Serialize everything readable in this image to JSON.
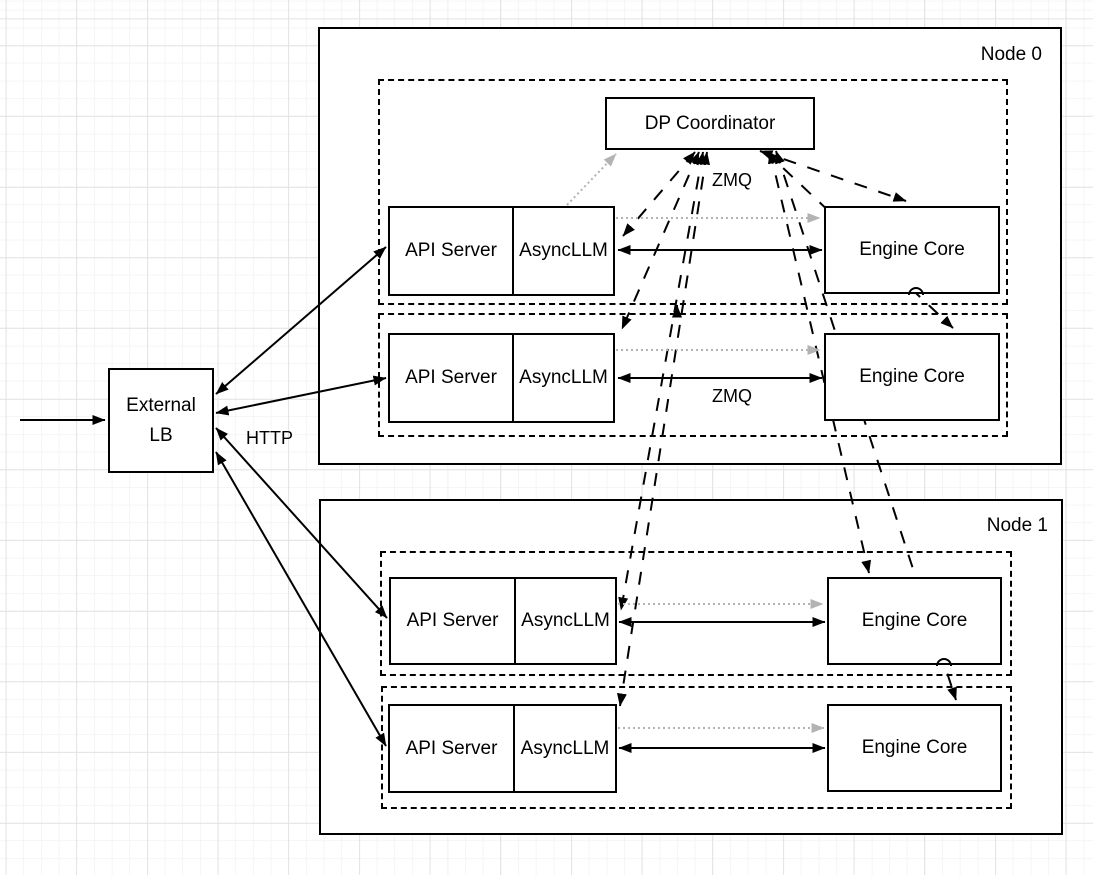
{
  "colors": {
    "line": "#000000",
    "dotted_gray": "#b3b3b3",
    "box_fill": "#ffffff",
    "grid_minor": "#f5f5f5",
    "grid_major": "#e3e3e3"
  },
  "external_lb": {
    "line1": "External",
    "line2": "LB"
  },
  "coordinator": {
    "label": "DP Coordinator"
  },
  "labels": {
    "http": "HTTP",
    "zmq_coordinator": "ZMQ",
    "zmq_engine": "ZMQ"
  },
  "nodes": [
    {
      "label": "Node 0",
      "rows": [
        {
          "api_server": "API Server",
          "asyncllm": "AsyncLLM",
          "engine_core": "Engine Core"
        },
        {
          "api_server": "API Server",
          "asyncllm": "AsyncLLM",
          "engine_core": "Engine Core"
        }
      ]
    },
    {
      "label": "Node 1",
      "rows": [
        {
          "api_server": "API Server",
          "asyncllm": "AsyncLLM",
          "engine_core": "Engine Core"
        },
        {
          "api_server": "API Server",
          "asyncllm": "AsyncLLM",
          "engine_core": "Engine Core"
        }
      ]
    }
  ],
  "connections": [
    {
      "from": "client",
      "to": "External LB",
      "style": "solid-arrow"
    },
    {
      "from": "External LB",
      "to": "API Server x4",
      "style": "solid-bidirectional",
      "label": "HTTP"
    },
    {
      "from": "AsyncLLM",
      "to": "Engine Core",
      "style": "solid-bidirectional",
      "label": "ZMQ"
    },
    {
      "from": "AsyncLLM",
      "to": "DP Coordinator",
      "style": "dashed-bidirectional",
      "label": "ZMQ"
    },
    {
      "from": "DP Coordinator",
      "to": "Engine Core x4",
      "style": "dashed-bidirectional"
    },
    {
      "from": "AsyncLLM",
      "to": "Engine Core",
      "style": "dotted-gray-arrow"
    },
    {
      "from": "AsyncLLM",
      "to": "DP Coordinator",
      "style": "dotted-gray-arrow"
    }
  ]
}
